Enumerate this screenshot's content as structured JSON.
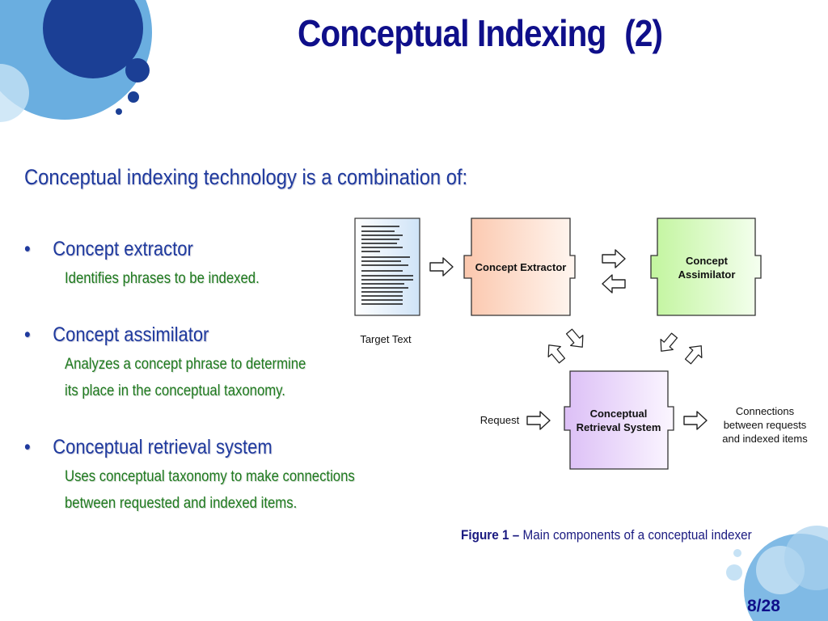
{
  "title": {
    "main": "Conceptual Indexing",
    "number": "(2)"
  },
  "intro": "Conceptual indexing technology is a combination of:",
  "bullets": [
    {
      "marker": "•",
      "label": "Concept extractor",
      "desc": [
        "Identifies phrases to be indexed."
      ]
    },
    {
      "marker": "•",
      "label": "Concept assimilator",
      "desc": [
        "Analyzes a concept phrase to determine",
        "its place in the conceptual taxonomy."
      ]
    },
    {
      "marker": "•",
      "label": "Conceptual retrieval system",
      "desc": [
        "Uses conceptual taxonomy to make connections",
        "between requested and indexed items."
      ]
    }
  ],
  "diagram": {
    "target_text": "Target Text",
    "extractor": "Concept Extractor",
    "assimilator": [
      "Concept",
      "Assimilator"
    ],
    "retrieval": [
      "Conceptual",
      "Retrieval System"
    ],
    "request": "Request",
    "connections": [
      "Connections",
      "between requests",
      "and indexed items"
    ],
    "colors": {
      "extractor": "#fbcdb4",
      "assimilator": "#c9f5a8",
      "retrieval": "#e3c8f7"
    }
  },
  "caption": {
    "prefix": "Figure 1 –",
    "text": "Main components of a conceptual indexer"
  },
  "page": "8/28"
}
